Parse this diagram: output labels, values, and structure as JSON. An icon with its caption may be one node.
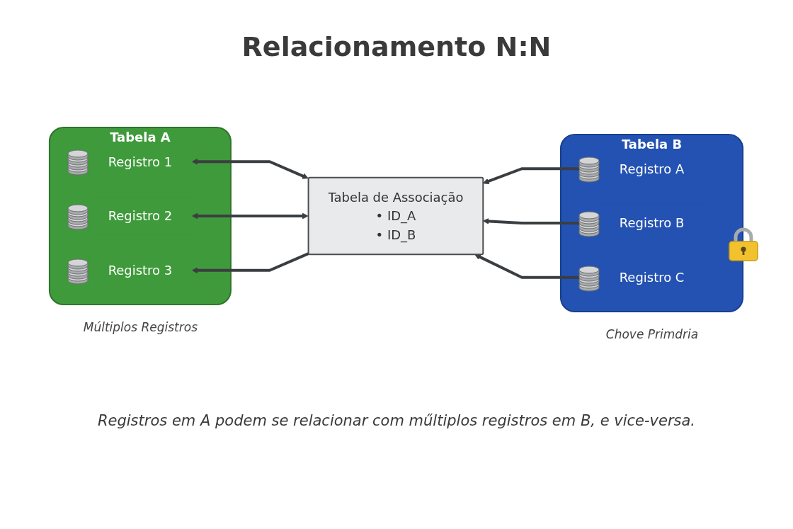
{
  "diagram": {
    "title": "Relacionamento N:N",
    "nodes": [
      {
        "text": [
          "Tabela A"
        ],
        "beside": [
          "Múltiplos Registros"
        ]
      },
      {
        "text": [
          "Registro 1"
        ],
        "in": 0
      },
      {
        "text": [
          "Registro 2"
        ],
        "in": 0
      },
      {
        "text": [
          "Registro 3"
        ],
        "in": 0
      },
      {
        "text": [
          "Tabela de Associação",
          "• ID_A",
          "• ID_B"
        ]
      },
      {
        "text": [
          "Tabela B"
        ],
        "beside": [
          "Chove Primdria"
        ]
      },
      {
        "text": [
          "Registro A"
        ],
        "in": 5
      },
      {
        "text": [
          "Registro B"
        ],
        "in": 5
      },
      {
        "text": [
          "Registro C"
        ],
        "in": 5
      }
    ],
    "edges": [
      {
        "from": 4,
        "to": 1,
        "arrow": "both"
      },
      {
        "from": 4,
        "to": 2,
        "arrow": "both"
      },
      {
        "from": 4,
        "to": 3,
        "arrow": "to"
      },
      {
        "from": 6,
        "to": 4,
        "arrow": "to"
      },
      {
        "from": 7,
        "to": 4,
        "arrow": "to"
      },
      {
        "from": 8,
        "to": 4,
        "arrow": "to"
      }
    ],
    "caption": "Registros em A podem se relacionar com műltiplos registros em B, e vice-versa."
  }
}
